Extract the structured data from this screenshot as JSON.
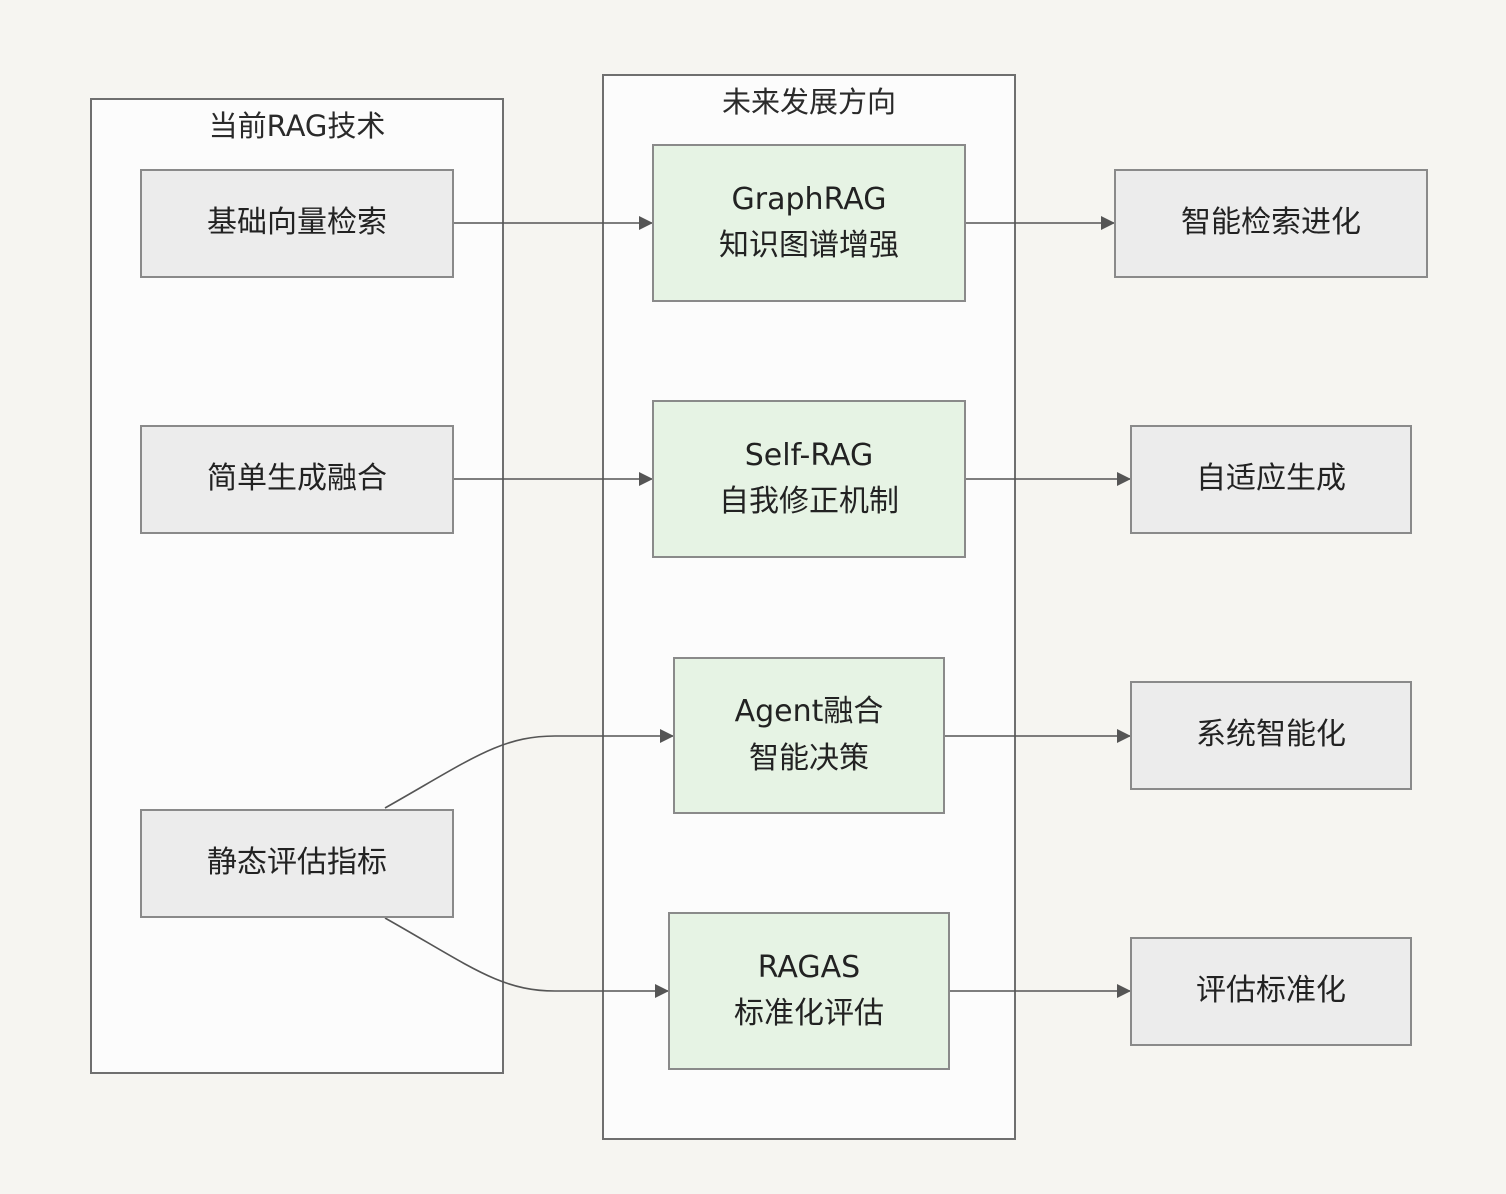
{
  "groups": {
    "current": {
      "title": "当前RAG技术"
    },
    "future": {
      "title": "未来发展方向"
    }
  },
  "nodes": {
    "basic_vector_search": {
      "lines": [
        "基础向量检索"
      ]
    },
    "simple_gen_fusion": {
      "lines": [
        "简单生成融合"
      ]
    },
    "static_eval_metrics": {
      "lines": [
        "静态评估指标"
      ]
    },
    "graphrag": {
      "lines": [
        "GraphRAG",
        "知识图谱增强"
      ]
    },
    "self_rag": {
      "lines": [
        "Self-RAG",
        "自我修正机制"
      ]
    },
    "agent_fusion": {
      "lines": [
        "Agent融合",
        "智能决策"
      ]
    },
    "ragas": {
      "lines": [
        "RAGAS",
        "标准化评估"
      ]
    },
    "smart_retrieval_evolution": {
      "lines": [
        "智能检索进化"
      ]
    },
    "adaptive_generation": {
      "lines": [
        "自适应生成"
      ]
    },
    "system_intelligence": {
      "lines": [
        "系统智能化"
      ]
    },
    "eval_standardization": {
      "lines": [
        "评估标准化"
      ]
    }
  },
  "edges": [
    {
      "from": "basic_vector_search",
      "to": "graphrag"
    },
    {
      "from": "simple_gen_fusion",
      "to": "self_rag"
    },
    {
      "from": "static_eval_metrics",
      "to": "agent_fusion"
    },
    {
      "from": "static_eval_metrics",
      "to": "ragas"
    },
    {
      "from": "graphrag",
      "to": "smart_retrieval_evolution"
    },
    {
      "from": "self_rag",
      "to": "adaptive_generation"
    },
    {
      "from": "agent_fusion",
      "to": "system_intelligence"
    },
    {
      "from": "ragas",
      "to": "eval_standardization"
    }
  ],
  "colors": {
    "gray_node_fill": "#ececec",
    "green_node_fill": "#e6f3e4",
    "edge_stroke": "#555555",
    "background": "#f6f5f1"
  }
}
